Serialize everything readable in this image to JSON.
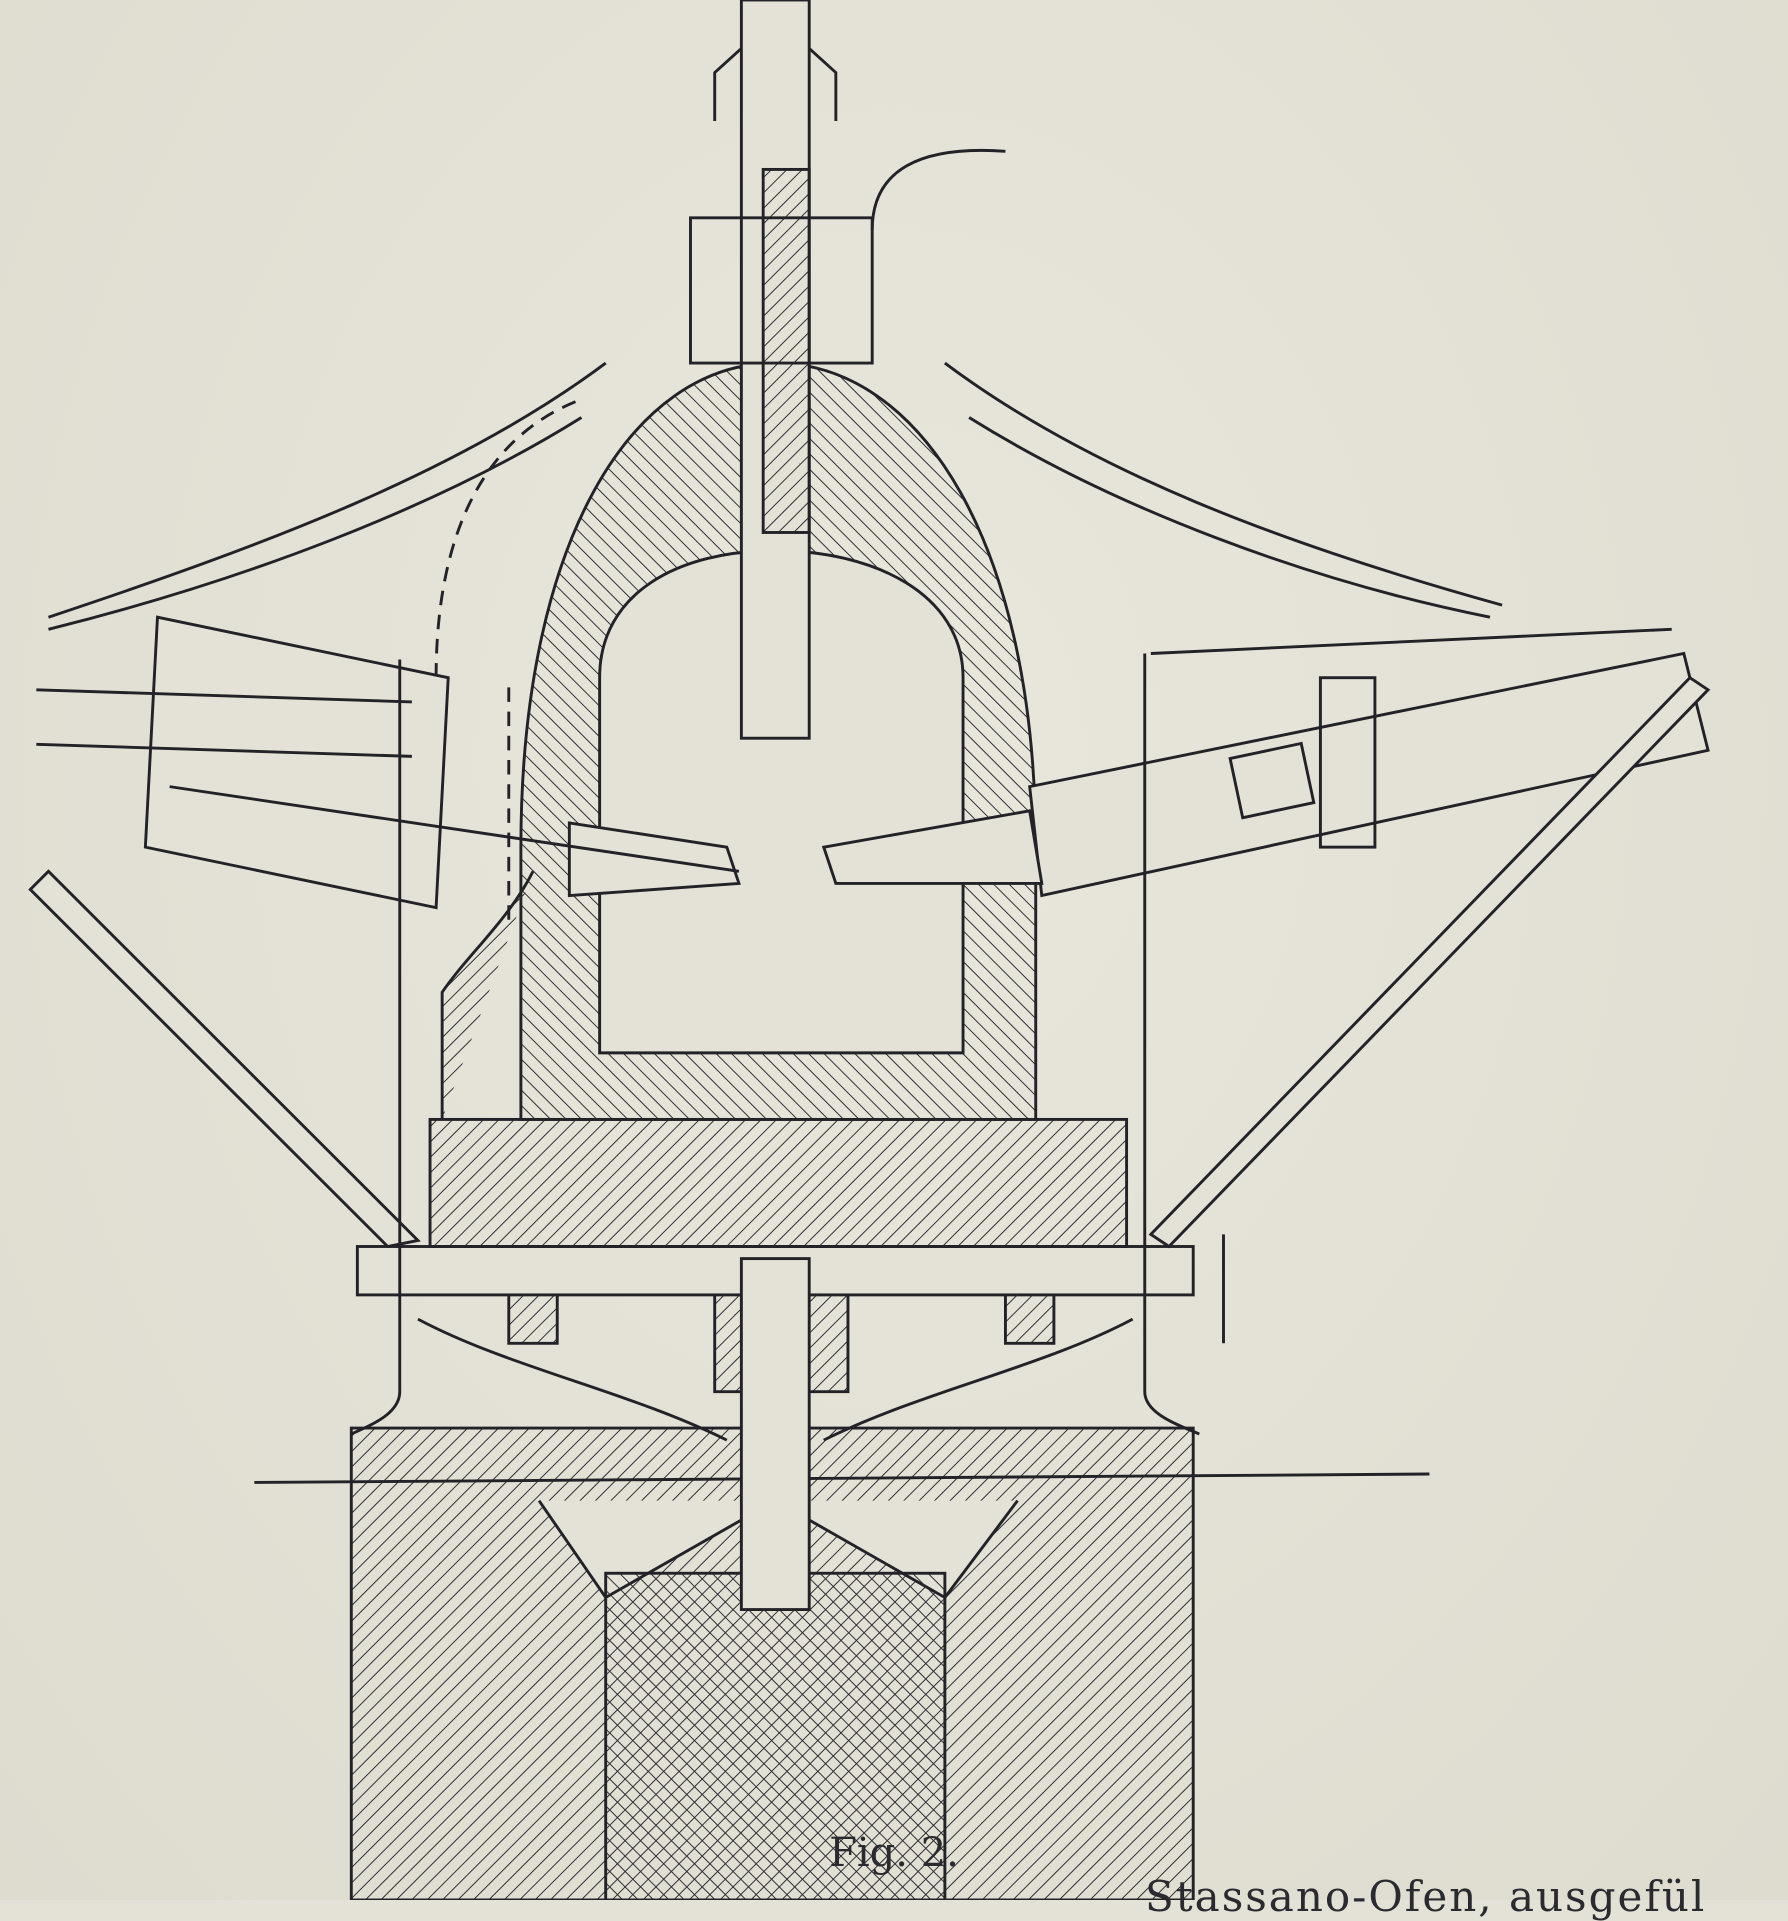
{
  "figure": {
    "caption": "Fig. 2.",
    "subject": "furnace-cross-section"
  },
  "footer": {
    "caption_text": "Stassano-Ofen, ausgefül"
  },
  "colors": {
    "paper": "#e4e2d6",
    "ink": "#222228"
  }
}
